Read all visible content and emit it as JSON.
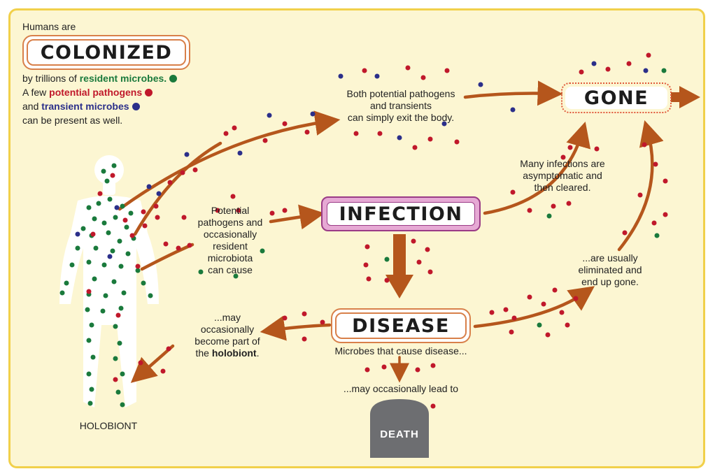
{
  "intro": {
    "line1": "Humans are",
    "colonized_label": "COLONIZED",
    "resident_prefix": "by trillions of ",
    "resident_label": "resident microbes.",
    "pathogens_prefix": "A few ",
    "pathogens_label": "potential pathogens",
    "transient_prefix": "and ",
    "transient_label": "transient microbes",
    "last_line": "can be present as well."
  },
  "colors": {
    "resident": "#1a7a3c",
    "pathogen": "#c0182b",
    "transient": "#2b2f8a",
    "arrow": "#b5561c",
    "background": "#fcf6d2",
    "border": "#f1d04a",
    "tombstone": "#6d6e71"
  },
  "nodes": {
    "infection": "INFECTION",
    "disease": "DISEASE",
    "gone": "GONE",
    "death": "DEATH",
    "holobiont": "HOLOBIONT"
  },
  "captions": {
    "exit": [
      "Both potential pathogens",
      "and transients",
      "can simply exit the body."
    ],
    "cause": [
      "Potential",
      "pathogens and",
      "occasionally",
      "resident",
      "microbiota",
      "can cause"
    ],
    "asymptomatic": [
      "Many infections are",
      "asymptomatic and",
      "then cleared."
    ],
    "eliminated": [
      "...are usually",
      "eliminated and",
      "end up gone."
    ],
    "holobiont_part": {
      "line1": "...may",
      "line2": "occasionally",
      "line3": "become part of",
      "line4_prefix": "the ",
      "line4_bold": "holobiont",
      "line4_suffix": "."
    },
    "disease_microbes": "Microbes that cause disease...",
    "death_lead": "...may occasionally lead to"
  }
}
